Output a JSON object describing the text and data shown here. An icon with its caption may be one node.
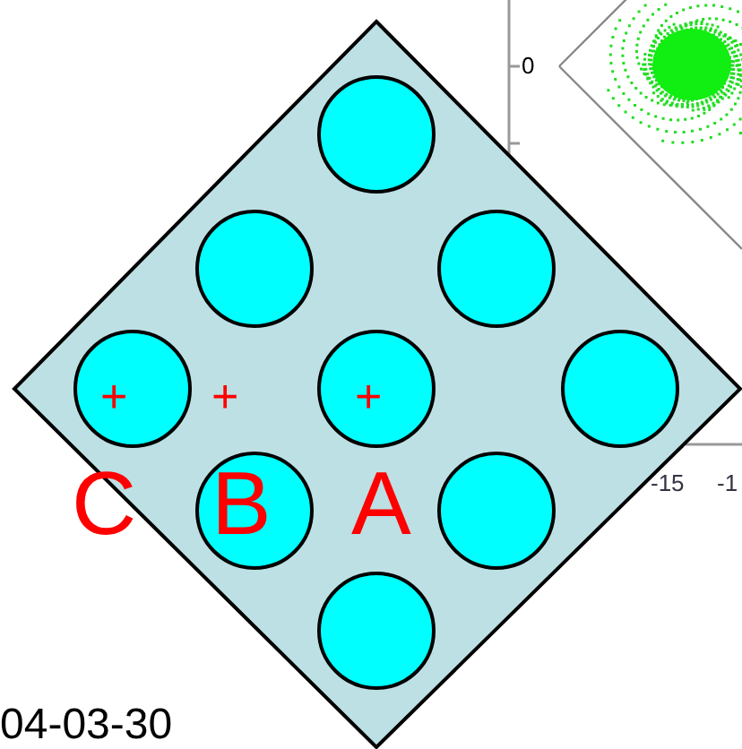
{
  "diagram": {
    "labels": [
      "0",
      "+",
      "+",
      "+",
      "-15",
      "-1",
      "C",
      "B",
      "A",
      "04-03-30"
    ]
  }
}
